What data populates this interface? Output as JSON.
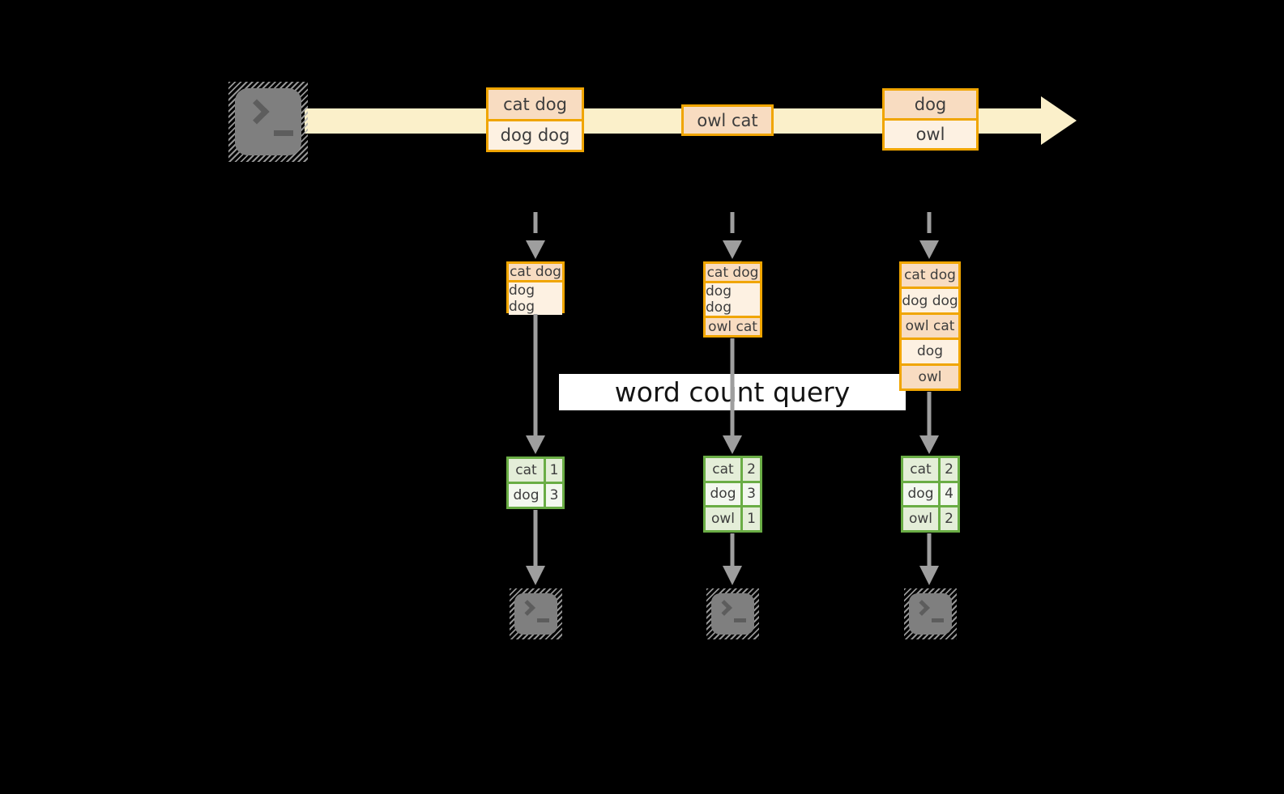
{
  "labels": {
    "query_overlay": "word count query"
  },
  "icons": {
    "source": "terminal-icon",
    "sinks": [
      "terminal-icon",
      "terminal-icon",
      "terminal-icon"
    ]
  },
  "stream": {
    "messages": [
      {
        "rows": [
          "cat dog",
          "dog dog"
        ]
      },
      {
        "rows": [
          "owl cat"
        ]
      },
      {
        "rows": [
          "dog",
          "owl"
        ]
      }
    ]
  },
  "columns": [
    {
      "buffer": [
        "cat dog",
        "dog dog"
      ],
      "counts": [
        {
          "word": "cat",
          "n": 1
        },
        {
          "word": "dog",
          "n": 3
        }
      ]
    },
    {
      "buffer": [
        "cat dog",
        "dog dog",
        "owl cat"
      ],
      "counts": [
        {
          "word": "cat",
          "n": 2
        },
        {
          "word": "dog",
          "n": 3
        },
        {
          "word": "owl",
          "n": 1
        }
      ]
    },
    {
      "buffer": [
        "cat dog",
        "dog dog",
        "owl cat",
        "dog",
        "owl"
      ],
      "counts": [
        {
          "word": "cat",
          "n": 2
        },
        {
          "word": "dog",
          "n": 4
        },
        {
          "word": "owl",
          "n": 2
        }
      ]
    }
  ],
  "colors": {
    "background": "#000000",
    "stream_band": "#fbf0ca",
    "box_border": "#f0a500",
    "box_fill_dark": "#f8dcc1",
    "box_fill_light": "#fdf1e2",
    "table_border": "#6aad45",
    "table_fill_dark": "#e4eed8",
    "table_fill_light": "#f3f8ef",
    "arrow_gray": "#9e9e9e",
    "icon_gray": "#7f7f7f",
    "query_bg": "#ffffff"
  }
}
